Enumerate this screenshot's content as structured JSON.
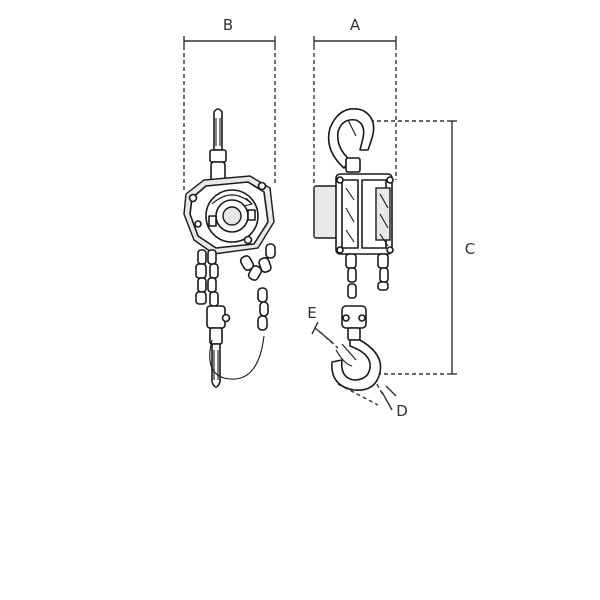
{
  "diagram": {
    "labels": {
      "a": "A",
      "b": "B",
      "c": "C",
      "d": "D",
      "e": "E"
    },
    "colors": {
      "line": "#333333",
      "outline": "#1a1a1a",
      "body_fill": "#e8e8e8",
      "background": "#ffffff"
    }
  }
}
